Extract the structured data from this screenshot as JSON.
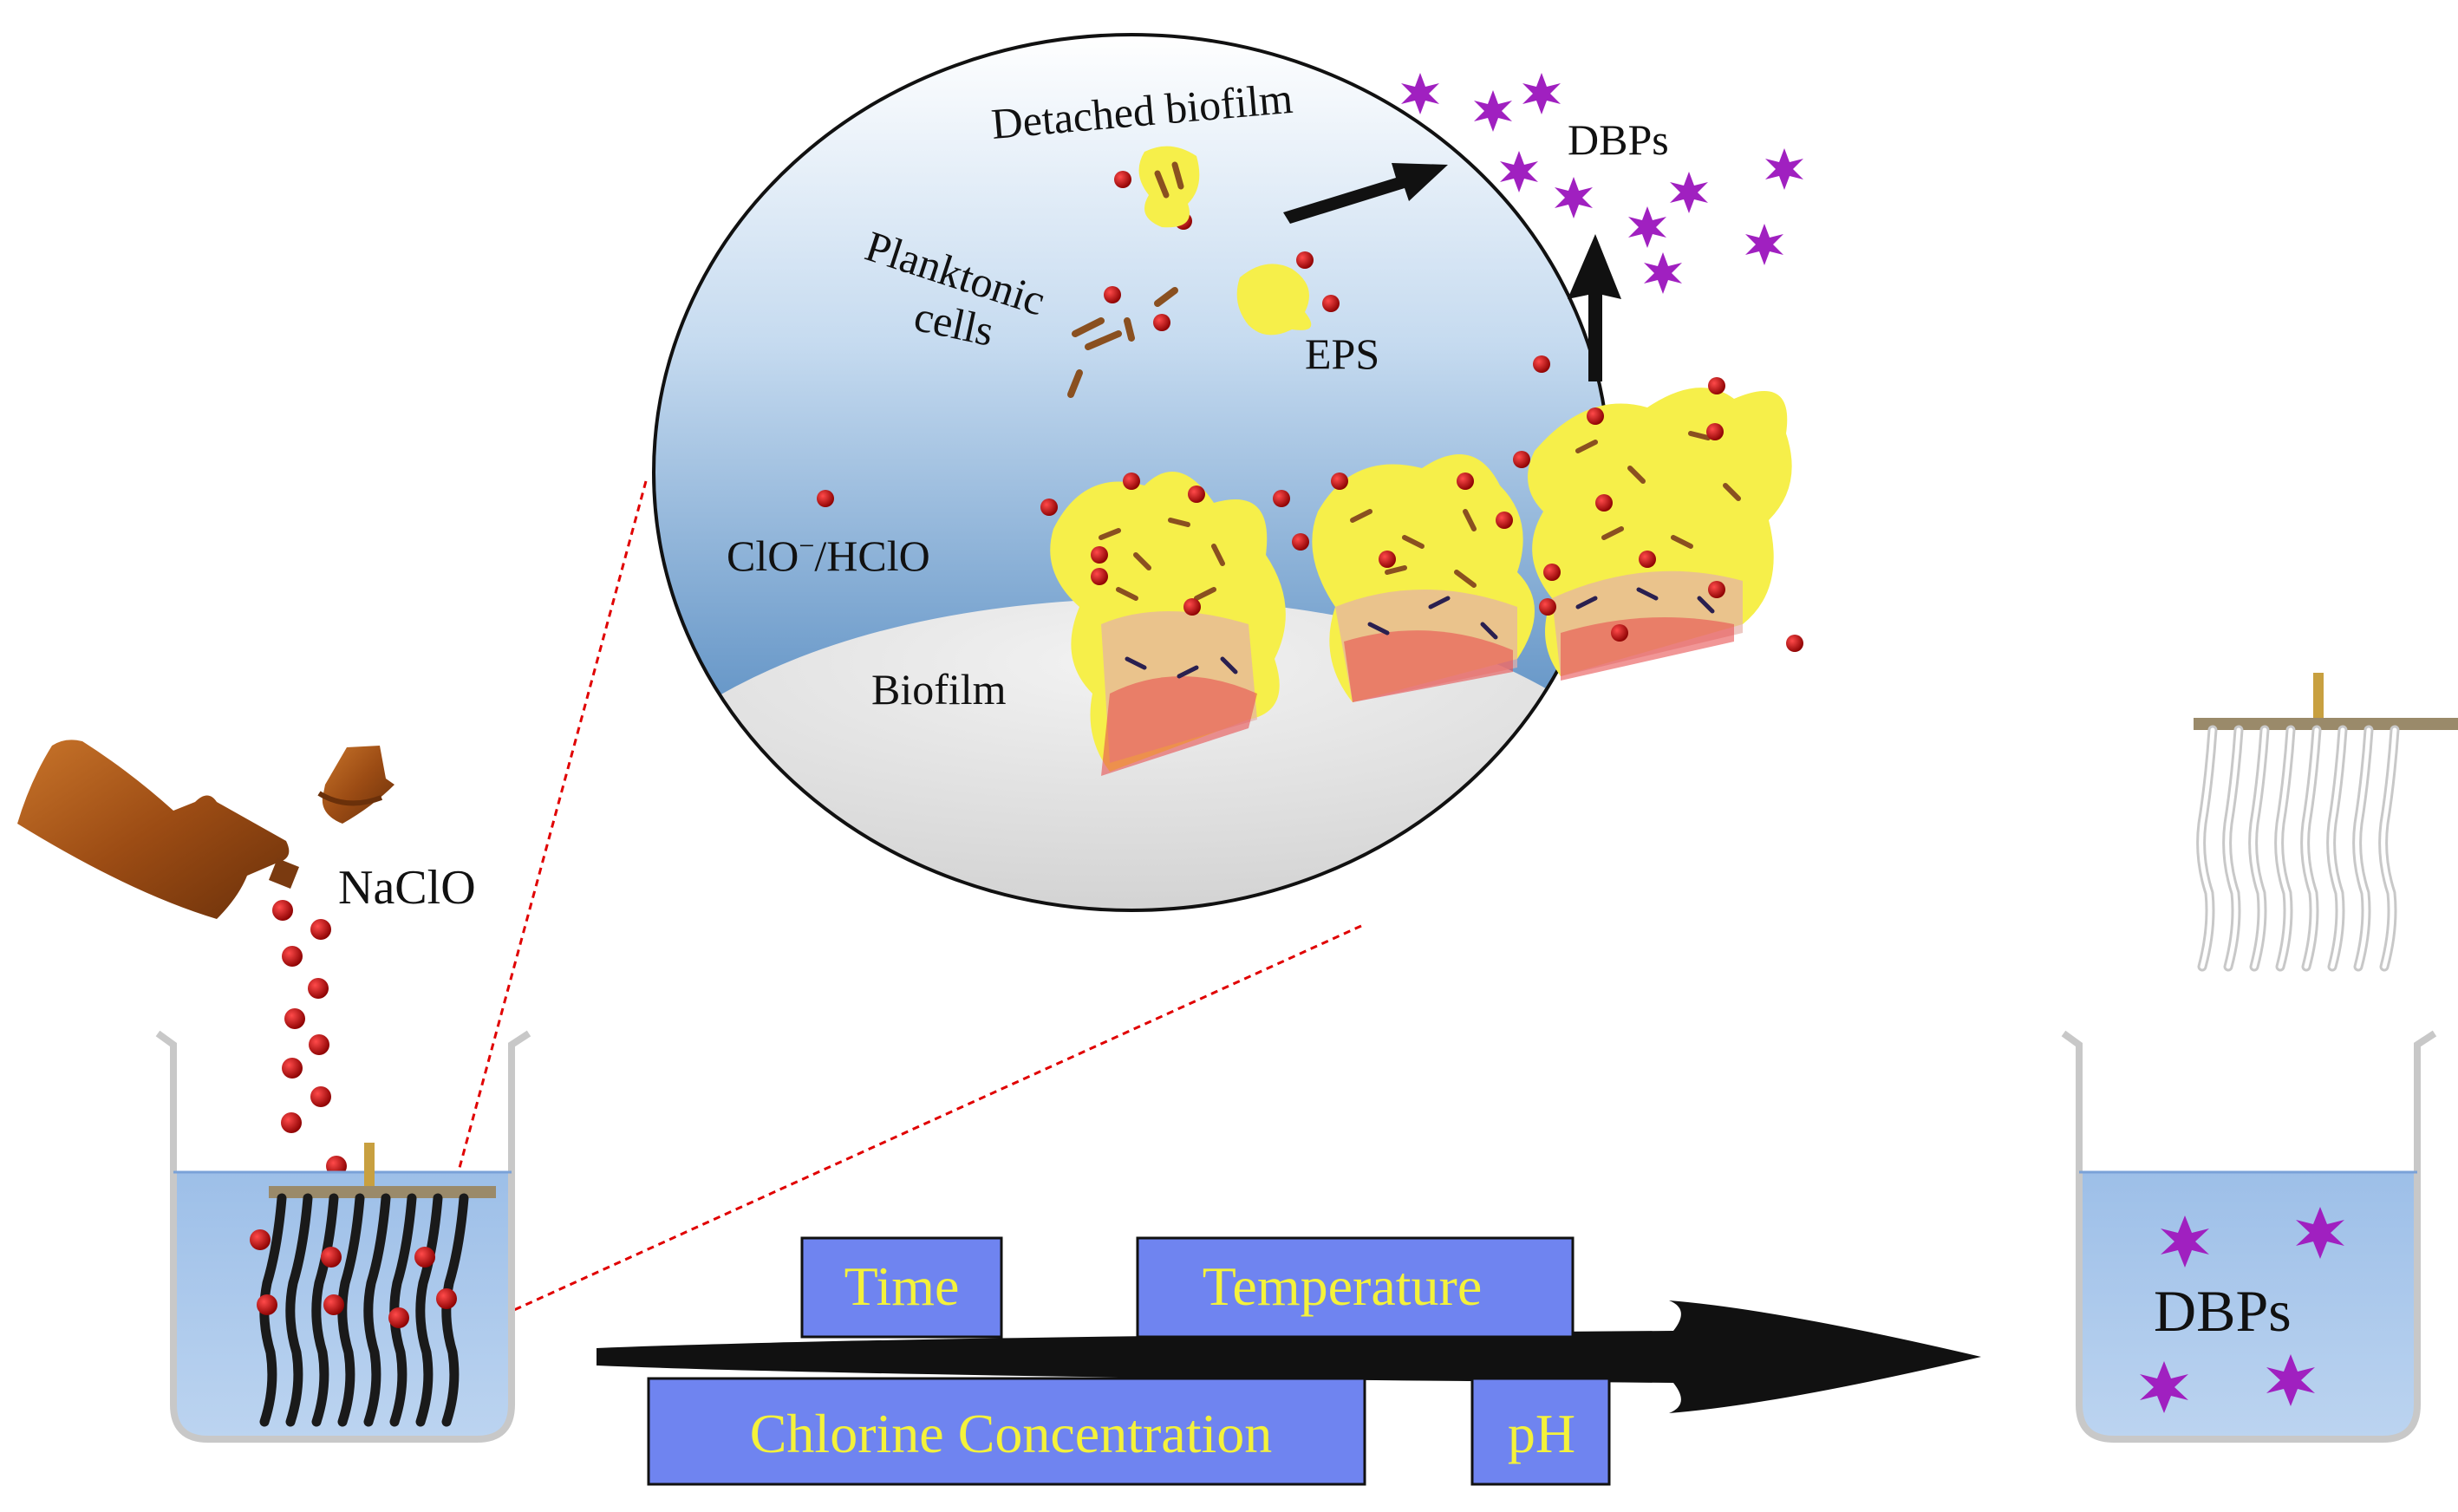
{
  "labels": {
    "detached_biofilm": "Detached biofilm",
    "dbps_top": "DBPs",
    "planktonic": "Planktonic",
    "cells": "cells",
    "eps": "EPS",
    "clo_prefix": "ClO",
    "clo_sup": "−",
    "clo_suffix": "/HClO",
    "biofilm": "Biofilm",
    "naclo": "NaClO",
    "dbps_beaker": "DBPs"
  },
  "factors": {
    "time": "Time",
    "temperature": "Temperature",
    "chlorine": "Chlorine Concentration",
    "ph": "pH"
  },
  "colors": {
    "factor_box_fill": "#6f84f0",
    "factor_text": "#f4f23a",
    "chlorine_dot": "#b00000",
    "dbp_star": "#a020c0",
    "eps": "#f6ef4a",
    "water": "#a8c6ea",
    "bottle": "#a0521a"
  }
}
